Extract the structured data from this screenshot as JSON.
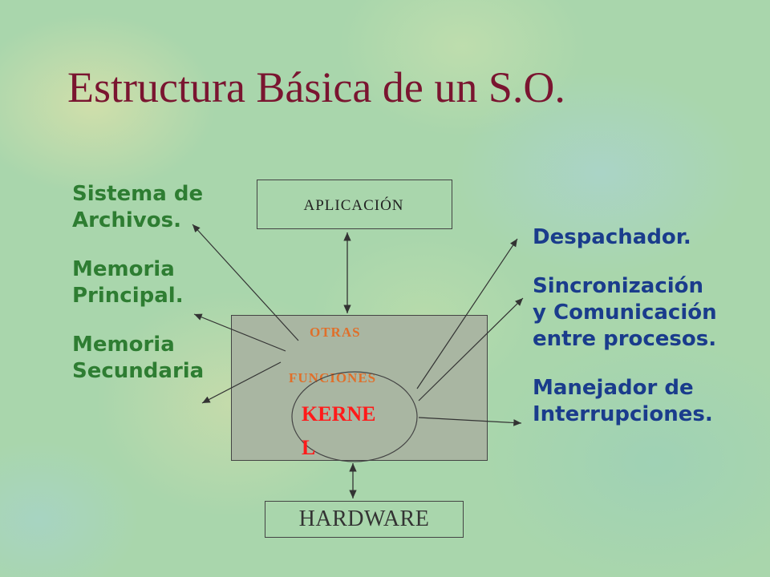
{
  "title": "Estructura Básica de un S.O.",
  "left_labels": [
    [
      "Sistema de",
      "Archivos."
    ],
    [
      "Memoria",
      "Principal."
    ],
    [
      "Memoria",
      "Secundaria"
    ]
  ],
  "right_labels": [
    [
      "Despachador."
    ],
    [
      "Sincronización",
      "y Comunicación",
      "entre procesos."
    ],
    [
      "Manejador de",
      "Interrupciones."
    ]
  ],
  "boxes": {
    "application": "APLICACIÓN",
    "hardware": "HARDWARE",
    "other_functions_1": "OTRAS",
    "other_functions_2": "FUNCIONES",
    "kernel_1": "KERNE",
    "kernel_2": "L"
  },
  "colors": {
    "title": "#7a1530",
    "left_text": "#2e7d32",
    "right_text": "#1a3c8c",
    "kernel_text": "#ff1a1a",
    "other_functions_text": "#e06f2a",
    "os_box_fill": "#a9b6a2"
  }
}
